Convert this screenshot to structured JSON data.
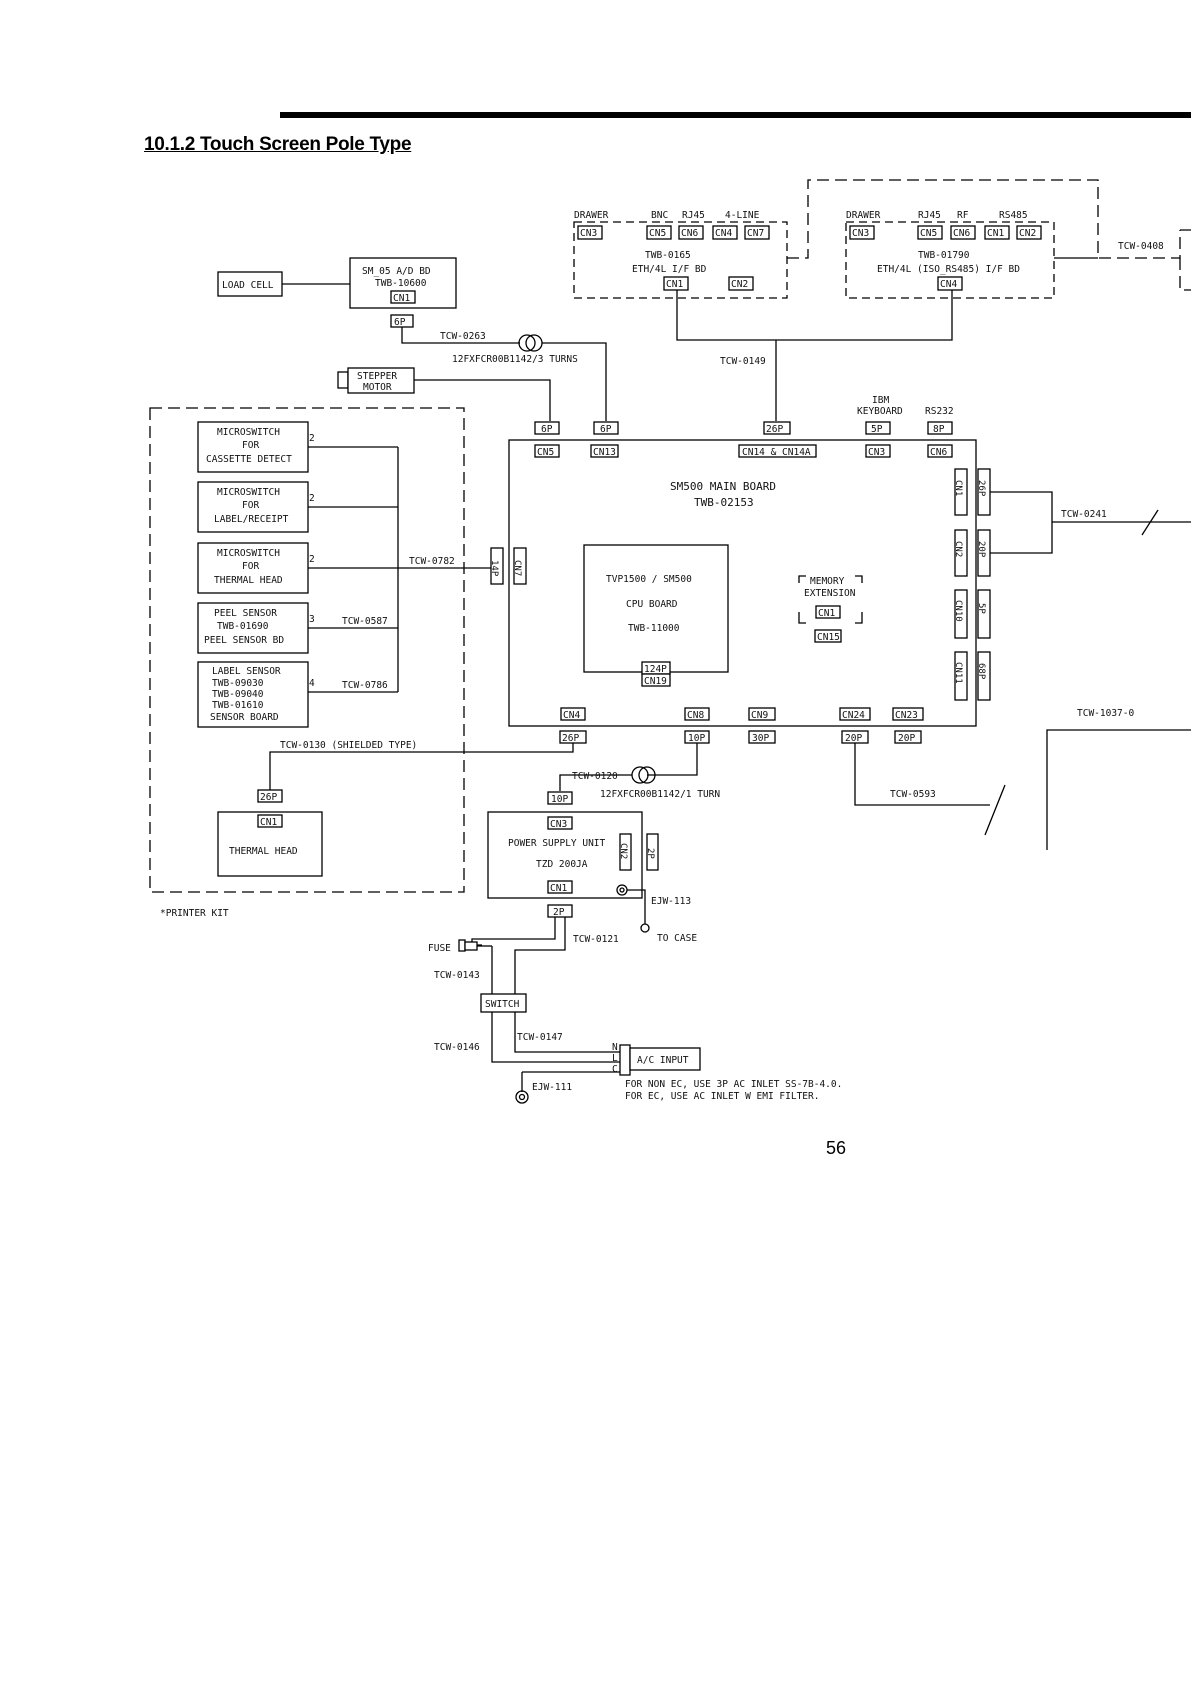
{
  "header": {
    "section_title": "10.1.2   Touch Screen Pole Type"
  },
  "footer": {
    "page_number": "56"
  },
  "diagram": {
    "interface_board_1": {
      "ports": [
        "DRAWER",
        "BNC",
        "RJ45",
        "4-LINE"
      ],
      "connectors": [
        "CN3",
        "CN5",
        "CN6",
        "CN4",
        "CN7"
      ],
      "board_id": "TWB-0165",
      "board_name": "ETH/4L I/F BD",
      "bottom_connectors": [
        "CN1",
        "CN2"
      ]
    },
    "interface_board_2": {
      "ports": [
        "DRAWER",
        "RJ45",
        "RF",
        "RS485"
      ],
      "connectors": [
        "CN3",
        "CN5",
        "CN6",
        "CN1",
        "CN2"
      ],
      "board_id": "TWB-01790",
      "board_name": "ETH/4L (ISO_RS485) I/F BD",
      "bottom_connector": "CN4"
    },
    "ad_board": {
      "name": "SM_05 A/D BD",
      "id": "TWB-10600",
      "connector": "CN1",
      "plug": "6P"
    },
    "load_cell": "LOAD CELL",
    "stepper_motor": [
      "STEPPER",
      "MOTOR"
    ],
    "ferrite_1": "12FXFCR00B1142/3 TURNS",
    "ferrite_2": "12FXFCR00B1142/1 TURN",
    "cables": {
      "tcw_0263": "TCW-0263",
      "tcw_0149": "TCW-0149",
      "tcw_0408": "TCW-0408",
      "tcw_0241": "TCW-0241",
      "tcw_1037": "TCW-1037-0",
      "tcw_0593": "TCW-0593",
      "tcw_0782": "TCW-0782",
      "tcw_0587": "TCW-0587",
      "tcw_0786": "TCW-0786",
      "tcw_0130": "TCW-0130 (SHIELDED TYPE)",
      "tcw_0120": "TCW-0120",
      "tcw_0121": "TCW-0121",
      "tcw_0143": "TCW-0143",
      "tcw_0146": "TCW-0146",
      "tcw_0147": "TCW-0147"
    },
    "main_board": {
      "name": "SM500 MAIN BOARD",
      "id": "TWB-02153",
      "top_plugs": [
        "6P",
        "6P",
        "26P",
        "5P",
        "8P"
      ],
      "top_connectors": [
        "CN5",
        "CN13",
        "CN14 & CN14A",
        "CN3",
        "CN6"
      ],
      "top_labels": [
        "IBM",
        "KEYBOARD",
        "RS232"
      ],
      "left_connector": "CN7",
      "left_plug": "14P",
      "right_connectors": [
        "CN1",
        "CN2",
        "CN10",
        "CN11"
      ],
      "right_plugs": [
        "26P",
        "20P",
        "5P",
        "68P"
      ],
      "bottom_connectors": [
        "CN4",
        "CN8",
        "CN9",
        "CN24",
        "CN23"
      ],
      "bottom_plugs": [
        "26P",
        "10P",
        "30P",
        "20P",
        "20P"
      ]
    },
    "cpu_board": {
      "name": "TVP1500 / SM500",
      "line2": "CPU BOARD",
      "id": "TWB-11000",
      "plug": "124P",
      "connector": "CN19"
    },
    "memory": {
      "line1": "MEMORY",
      "line2": "EXTENSION",
      "connector": "CN1",
      "parent_connector": "CN15"
    },
    "printer_kit": {
      "label": "*PRINTER KIT",
      "ms1": [
        "MICROSWITCH",
        "FOR",
        "CASSETTE DETECT"
      ],
      "ms2": [
        "MICROSWITCH",
        "FOR",
        "LABEL/RECEIPT"
      ],
      "ms3": [
        "MICROSWITCH",
        "FOR",
        "THERMAL HEAD"
      ],
      "peel": [
        "PEEL SENSOR",
        "TWB-01690",
        "PEEL SENSOR BD"
      ],
      "label_sensor": [
        "LABEL SENSOR",
        "TWB-09030",
        "TWB-09040",
        "TWB-01610",
        "SENSOR BOARD"
      ],
      "pins": [
        "2",
        "2",
        "2",
        "3",
        "4"
      ],
      "thermal_head": "THERMAL HEAD",
      "th_plug": "26P",
      "th_connector": "CN1"
    },
    "psu": {
      "line1": "POWER SUPPLY UNIT",
      "line2": "TZD 200JA",
      "top_plug": "10P",
      "top_connector": "CN3",
      "side_connector": "CN2",
      "side_plug": "2P",
      "bottom_connector": "CN1",
      "bottom_plug": "2P"
    },
    "ground_1": "EJW-113",
    "to_case": "TO CASE",
    "fuse": "FUSE",
    "switch": "SWITCH",
    "ac_input": "A/C INPUT",
    "nlc": [
      "N",
      "L",
      "C"
    ],
    "ground_2": "EJW-111",
    "inlet_note_1": "FOR NON EC, USE 3P AC INLET SS-7B-4.0.",
    "inlet_note_2": "FOR EC, USE AC INLET W EMI FILTER."
  }
}
